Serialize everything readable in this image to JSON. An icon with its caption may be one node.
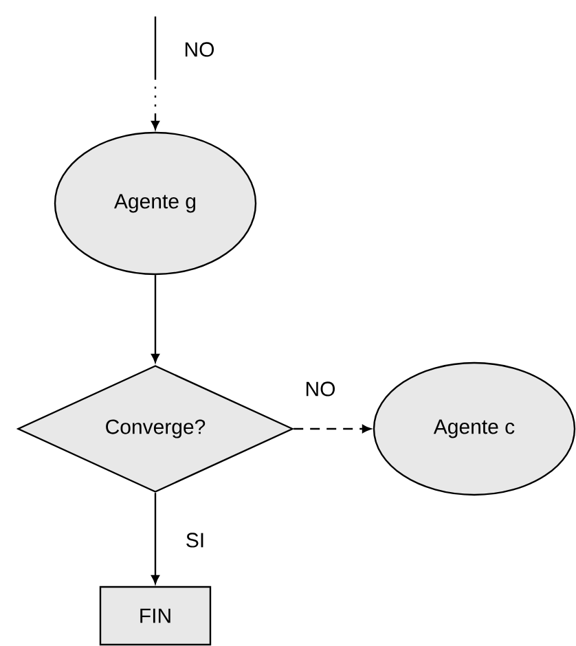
{
  "diagram": {
    "nodes": [
      {
        "text": [
          "Agente g"
        ]
      },
      {
        "text": [
          "Converge?"
        ]
      },
      {
        "text": [
          "Agente c"
        ]
      },
      {
        "text": [
          "FIN"
        ]
      }
    ],
    "edges": [
      {
        "from": null,
        "to": 0,
        "arrow": "to",
        "label": "NO",
        "style": "dashed"
      },
      {
        "from": 0,
        "to": 1,
        "arrow": "to"
      },
      {
        "from": 1,
        "to": 2,
        "arrow": "to",
        "label": "NO",
        "style": "dashed"
      },
      {
        "from": 1,
        "to": 3,
        "arrow": "to",
        "label": "SI"
      }
    ]
  }
}
